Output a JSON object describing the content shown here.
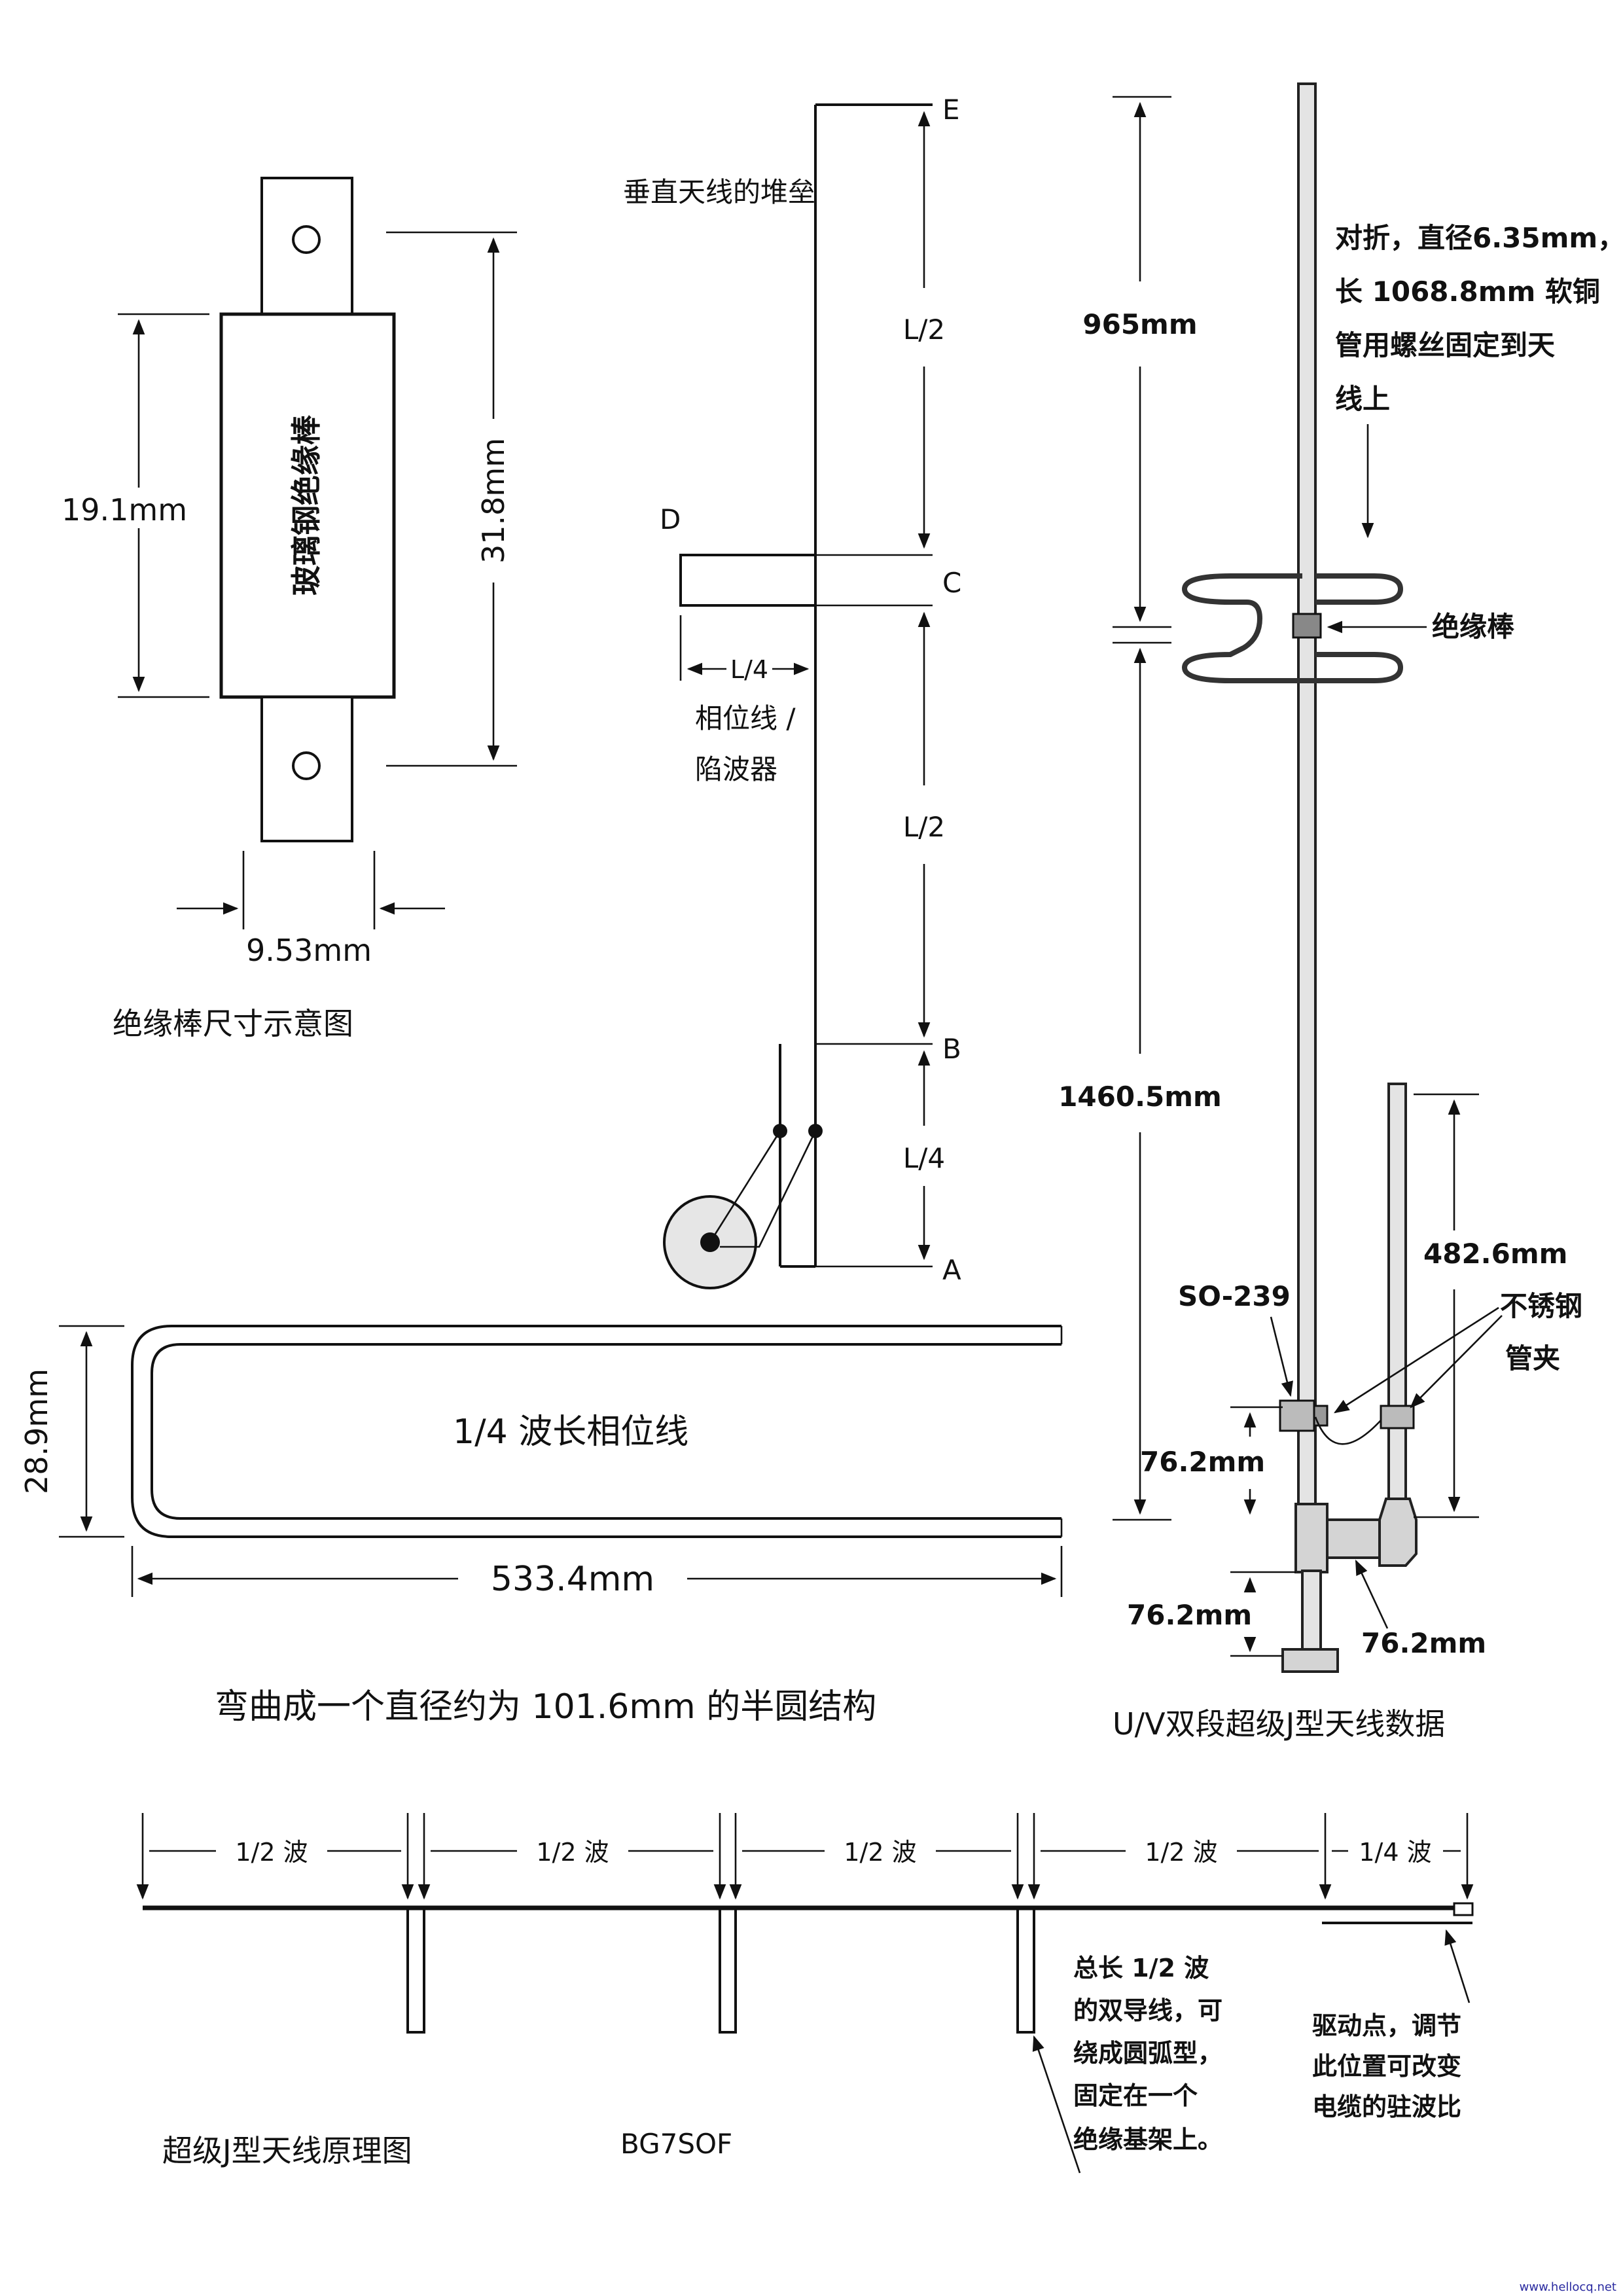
{
  "insulator": {
    "body_label": "玻璃钢绝缘棒",
    "dim_height": "19.1mm",
    "dim_total": "31.8mm",
    "dim_width": "9.53mm",
    "caption": "绝缘棒尺寸示意图"
  },
  "stacked_vertical": {
    "title": "垂直天线的堆垒",
    "points": {
      "e": "E",
      "d": "D",
      "c": "C",
      "b": "B",
      "a": "A"
    },
    "half_wave_label": "L/2",
    "quarter_label": "L/4",
    "phasing_label_1": "相位线 /",
    "phasing_label_2": "陷波器"
  },
  "phasing_line": {
    "label": "1/4 波长相位线",
    "dim_height": "28.9mm",
    "dim_length": "533.4mm",
    "caption": "弯曲成一个直径约为 101.6mm 的半圆结构"
  },
  "uv_antenna": {
    "note_1": "对折，直径6.35mm，",
    "note_2": "长 1068.8mm 软铜",
    "note_3": "管用螺丝固定到天",
    "note_4": "线上",
    "dim_top": "965mm",
    "insulator_label": "绝缘棒",
    "dim_main": "1460.5mm",
    "dim_stub": "482.6mm",
    "connector": "SO-239",
    "clamp_1": "不锈钢",
    "clamp_2": "管夹",
    "dim_feed": "76.2mm",
    "dim_base": "76.2mm",
    "dim_tee": "76.2mm",
    "caption": "U/V双段超级J型天线数据"
  },
  "principle": {
    "segments": [
      "1/2 波",
      "1/2 波",
      "1/2 波",
      "1/2 波",
      "1/4 波"
    ],
    "stub_note_1": "总长 1/2 波",
    "stub_note_2": "的双导线，可",
    "stub_note_3": "绕成圆弧型，",
    "stub_note_4": "固定在一个",
    "stub_note_5": "绝缘基架上。",
    "feed_note_1": "驱动点，调节",
    "feed_note_2": "此位置可改变",
    "feed_note_3": "电缆的驻波比",
    "caption": "超级J型天线原理图",
    "author": "BG7SOF"
  },
  "watermark": "www.hellocq.net"
}
